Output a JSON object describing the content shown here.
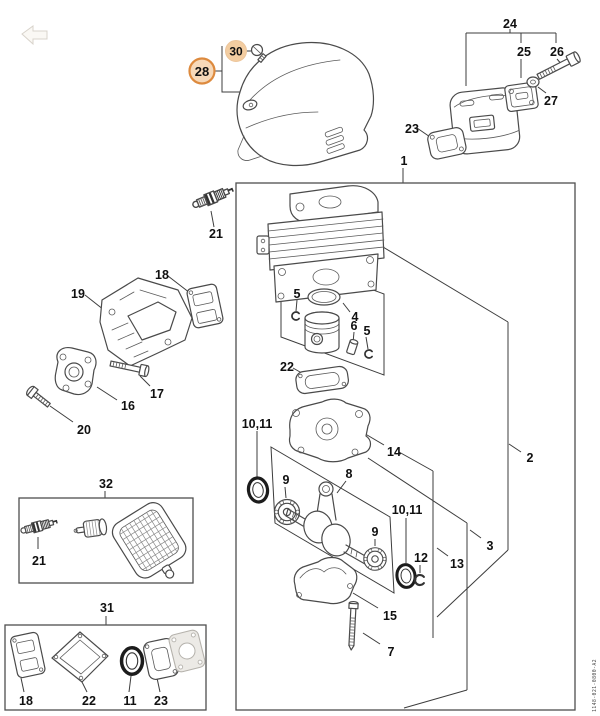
{
  "diagram": {
    "title": "exploded-parts-diagram",
    "drawing_id": "1148-021-0800-A2",
    "colors": {
      "line": "#3c3c3c",
      "highlight_ring": "#dd8a3e",
      "highlight_fill": "#f7d9b9",
      "highlight_fill_soft": "#f3cda1"
    },
    "callouts": {
      "c1": "1",
      "c2": "2",
      "c3": "3",
      "c4": "4",
      "c5a": "5",
      "c5b": "5",
      "c6": "6",
      "c7": "7",
      "c8": "8",
      "c9a": "9",
      "c9b": "9",
      "c10_11a": "10,11",
      "c10_11b": "10,11",
      "c11": "11",
      "c12": "12",
      "c13": "13",
      "c14": "14",
      "c15": "15",
      "c16": "16",
      "c17": "17",
      "c18a": "18",
      "c18b": "18",
      "c19": "19",
      "c20": "20",
      "c21a": "21",
      "c21b": "21",
      "c22a": "22",
      "c22b": "22",
      "c23a": "23",
      "c23b": "23",
      "c24": "24",
      "c25": "25",
      "c26": "26",
      "c27": "27",
      "c28": "28",
      "c30": "30",
      "c31": "31",
      "c32": "32"
    }
  }
}
